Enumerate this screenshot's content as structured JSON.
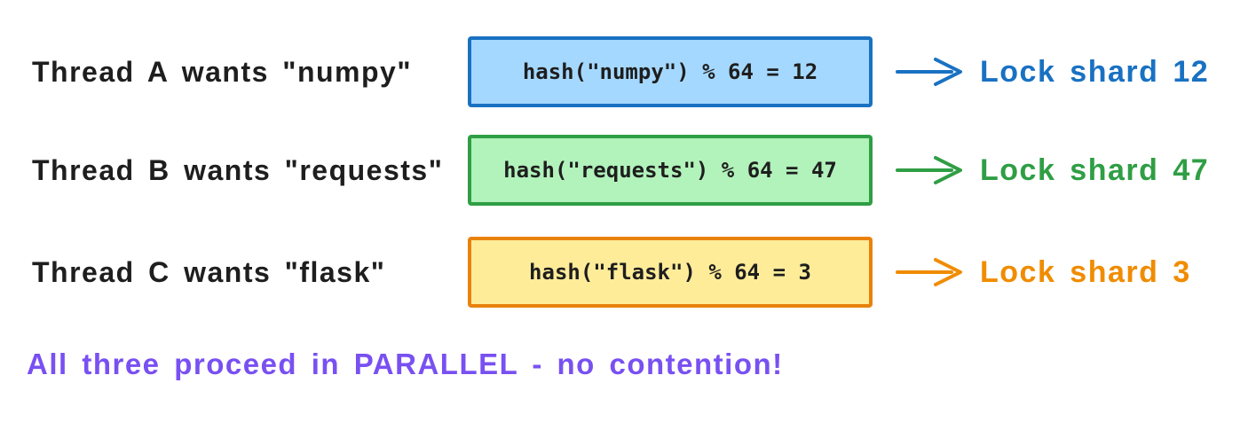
{
  "rows": [
    {
      "thread_label": "Thread A wants \"numpy\"",
      "formula": "hash(\"numpy\") % 64 = 12",
      "shard_label": "Lock shard 12",
      "color": {
        "stroke": "#1971c2",
        "fill": "#a5d8ff"
      }
    },
    {
      "thread_label": "Thread B wants \"requests\"",
      "formula": "hash(\"requests\") % 64 = 47",
      "shard_label": "Lock shard 47",
      "color": {
        "stroke": "#2f9e44",
        "fill": "#b2f2bb"
      }
    },
    {
      "thread_label": "Thread C wants \"flask\"",
      "formula": "hash(\"flask\") % 64 = 3",
      "shard_label": "Lock shard 3",
      "color": {
        "stroke": "#e8820d",
        "fill": "#ffec99",
        "text": "#f08c00"
      }
    }
  ],
  "caption": {
    "text": "All three proceed in PARALLEL - no contention!",
    "color": "#7950f2"
  },
  "icons": {
    "arrow-right-icon": "⟶"
  },
  "colors": {
    "ink": "#1e1e1e",
    "background": "#ffffff"
  }
}
